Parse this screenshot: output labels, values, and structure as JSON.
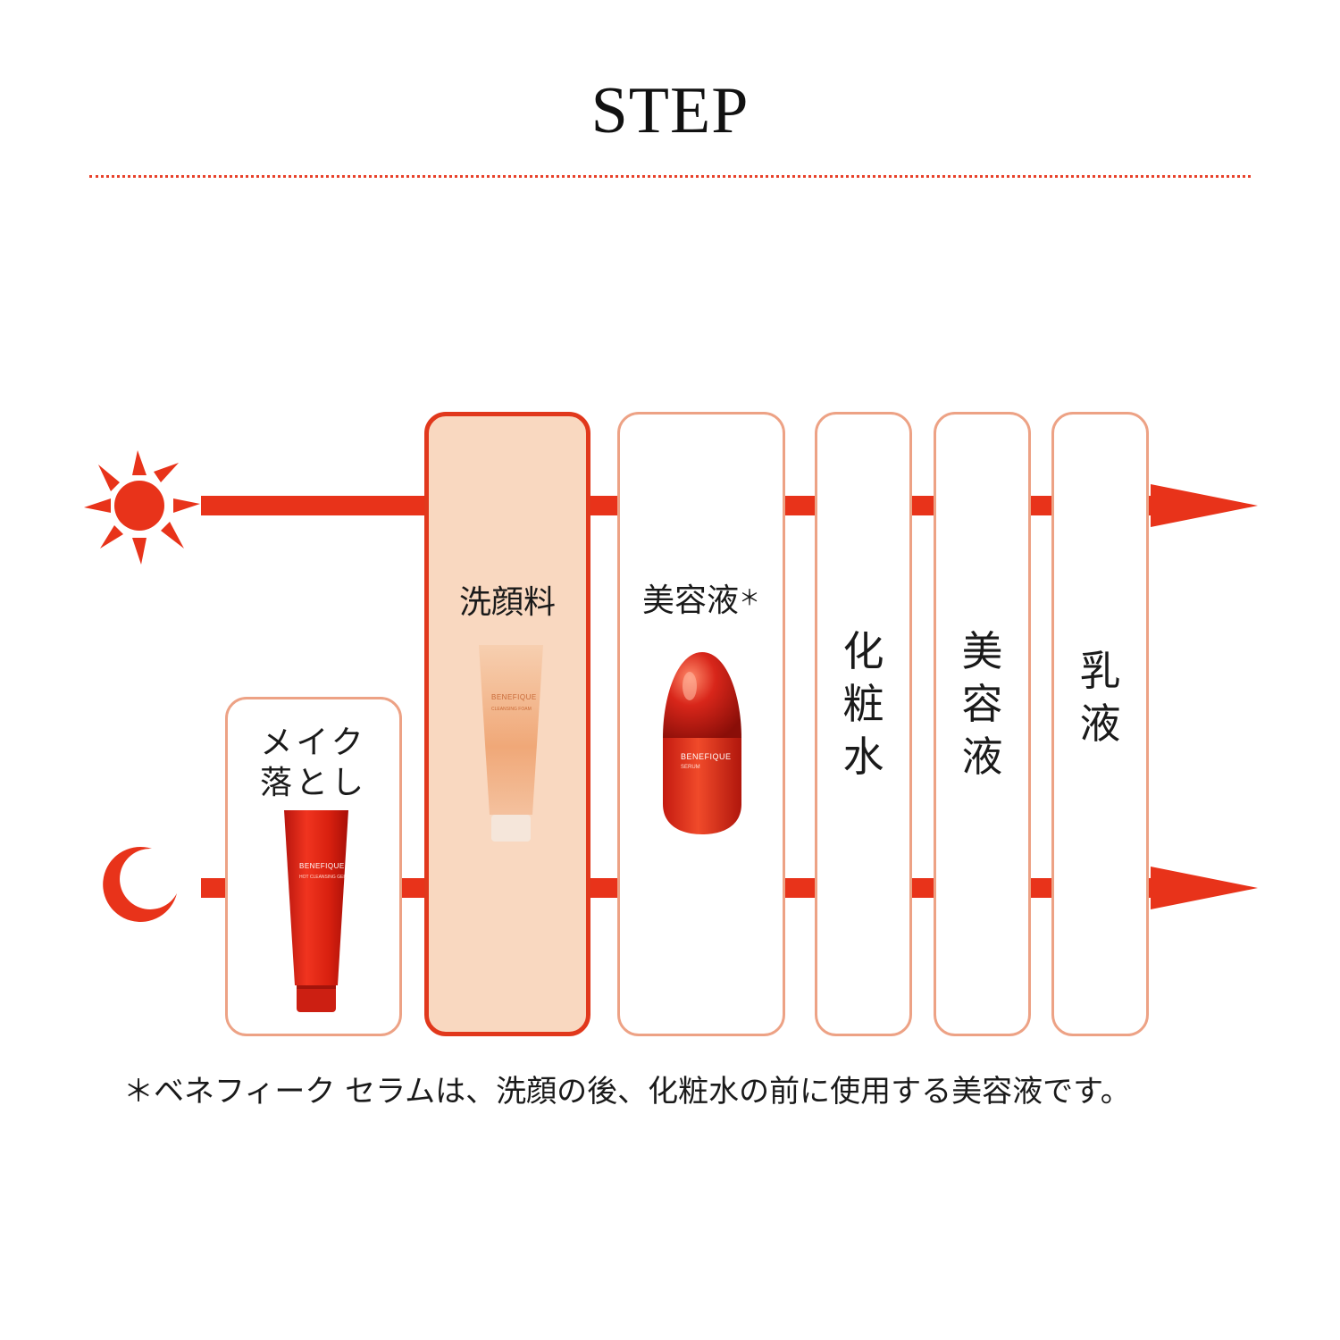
{
  "title": "STEP",
  "colors": {
    "accent": "#e8331a",
    "card_border": "#eda285",
    "active_border": "#e1381c",
    "active_fill": "#f9d8c0"
  },
  "icons": {
    "morning": "sun-icon",
    "night": "moon-icon"
  },
  "steps": [
    {
      "label_line1": "メイク",
      "label_line2": "落とし",
      "product_brand": "BENEFIQUE",
      "product_name": "HOT CLEANSING GEL"
    },
    {
      "label": "洗顔料",
      "product_brand": "BENEFIQUE",
      "product_name": "CLEANSING FOAM"
    },
    {
      "label": "美容液",
      "asterisk": "＊",
      "product_brand": "BENEFIQUE",
      "product_name": "SERUM"
    },
    {
      "chars": [
        "化",
        "粧",
        "水"
      ]
    },
    {
      "chars": [
        "美",
        "容",
        "液"
      ]
    },
    {
      "chars": [
        "乳",
        "液"
      ]
    }
  ],
  "footnote": "＊ベネフィーク セラムは、洗顔の後、化粧水の前に使用する美容液です。"
}
